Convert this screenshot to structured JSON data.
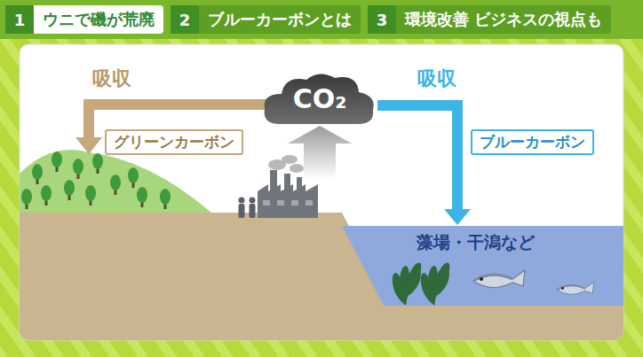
{
  "diagram": {
    "nodes": [
      {
        "text": [
          "1",
          "ウニで磯が荒廃"
        ]
      },
      {
        "text": [
          "2",
          "ブルーカーボンとは"
        ]
      },
      {
        "text": [
          "3",
          "環境改善 ビジネスの視点も"
        ]
      },
      {
        "text": [
          "CO₂"
        ]
      },
      {
        "text": [
          "グリーンカーボン"
        ]
      },
      {
        "text": [
          "ブルーカーボン"
        ]
      },
      {
        "text": [
          "藻場・干潟など"
        ]
      }
    ],
    "edges": [
      {
        "from": 3,
        "to": 6,
        "arrow": "to",
        "label": "吸収"
      }
    ],
    "labels": [
      "吸収"
    ]
  }
}
